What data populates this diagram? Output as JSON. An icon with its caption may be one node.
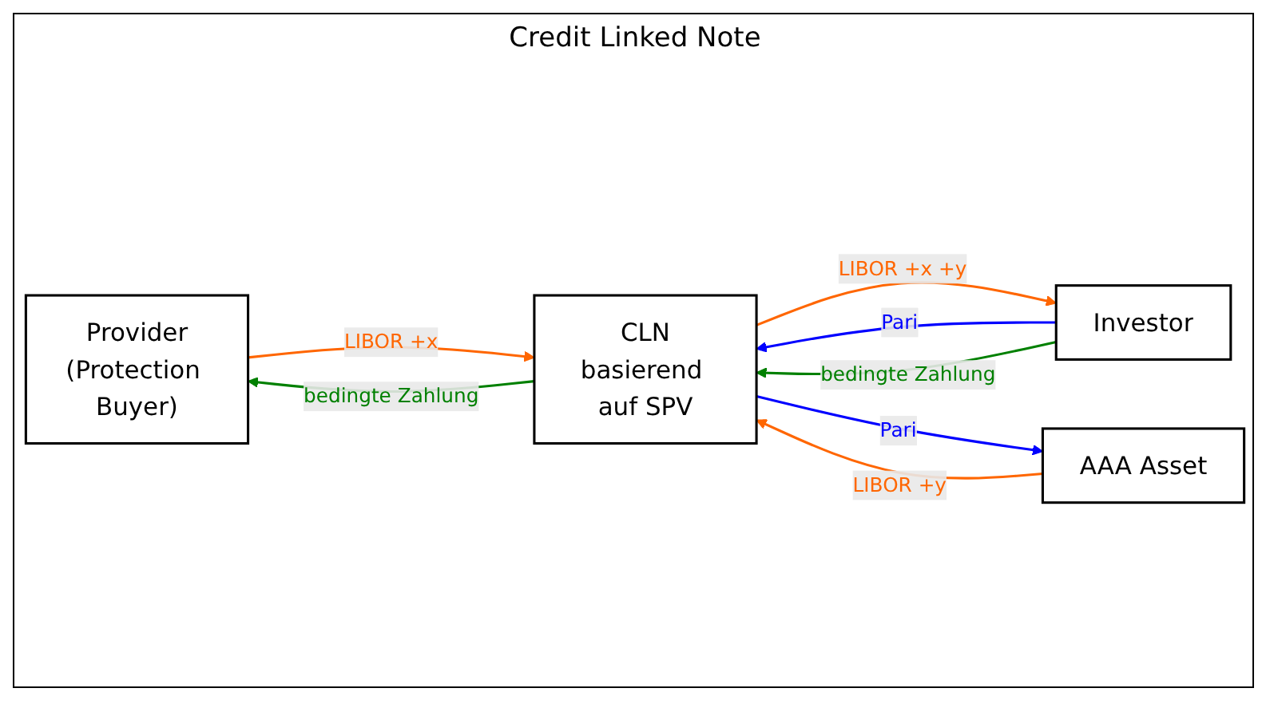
{
  "diagram": {
    "title": "Credit Linked Note",
    "nodes": [
      {
        "text": [
          "Provider",
          "(Protection Buyer)"
        ]
      },
      {
        "text": [
          "CLN",
          "basierend auf SPV"
        ]
      },
      {
        "text": [
          "Investor"
        ]
      },
      {
        "text": [
          "AAA Asset"
        ]
      }
    ],
    "edges": [
      {
        "from": 0,
        "to": 1,
        "arrow": "to",
        "label": "LIBOR +x",
        "color": "#ff6600"
      },
      {
        "from": 2,
        "to": 1,
        "arrow": "to",
        "label": "Pari",
        "color": "#0000ff"
      },
      {
        "from": 1,
        "to": 2,
        "arrow": "to",
        "label": "LIBOR +x +y",
        "color": "#ff6600"
      },
      {
        "from": 2,
        "to": 1,
        "arrow": "to",
        "label": "bedingte Zahlung",
        "color": "#008000"
      },
      {
        "from": 1,
        "to": 0,
        "arrow": "to",
        "label": "bedingte Zahlung",
        "color": "#008000"
      },
      {
        "from": 1,
        "to": 3,
        "arrow": "to",
        "label": "Pari",
        "color": "#0000ff"
      },
      {
        "from": 3,
        "to": 1,
        "arrow": "to",
        "label": "LIBOR +y",
        "color": "#ff6600"
      }
    ]
  }
}
